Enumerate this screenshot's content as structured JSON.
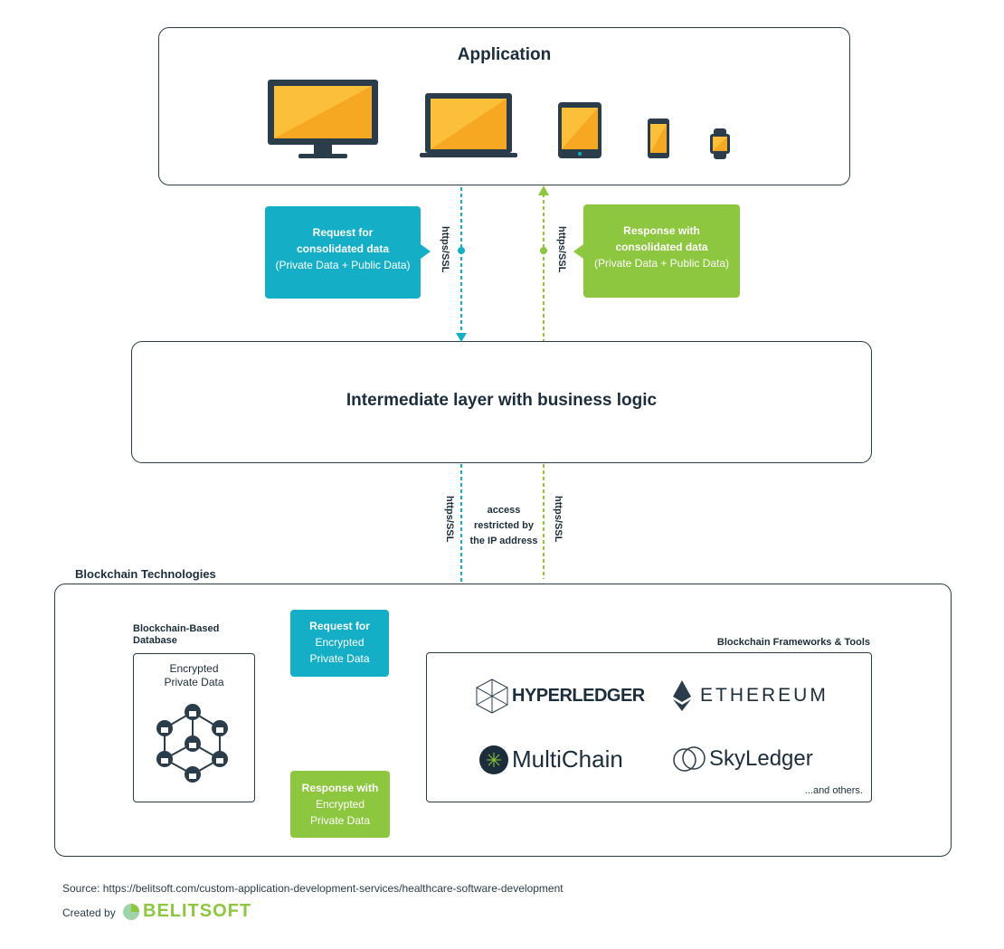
{
  "application": {
    "title": "Application",
    "devices": [
      "monitor-icon",
      "laptop-icon",
      "tablet-icon",
      "phone-icon",
      "watch-icon"
    ]
  },
  "request_top": {
    "line1": "Request for",
    "line2": "consolidated data",
    "line3": "(Private Data + Public Data)"
  },
  "response_top": {
    "line1": "Response with",
    "line2": "consolidated data",
    "line3": "(Private Data + Public Data)"
  },
  "protocol_label": "https/SSL",
  "intermediate": {
    "title": "Intermediate layer with business logic"
  },
  "access_note": {
    "line1": "access",
    "line2": "restricted by",
    "line3": "the IP address"
  },
  "blockchain": {
    "section_title": "Blockchain Technologies",
    "db_title_line1": "Blockchain-Based",
    "db_title_line2": "Database",
    "db_box_line1": "Encrypted",
    "db_box_line2": "Private Data",
    "request": {
      "line1": "Request for",
      "line2": "Encrypted",
      "line3": "Private Data"
    },
    "response": {
      "line1": "Response with",
      "line2": "Encrypted",
      "line3": "Private Data"
    },
    "frameworks_title": "Blockchain Frameworks & Tools",
    "frameworks": [
      "HYPERLEDGER",
      "ETHEREUM",
      "MultiChain",
      "SkyLedger"
    ],
    "others": "...and others."
  },
  "footer": {
    "source": "Source: https://belitsoft.com/custom-application-development-services/healthcare-software-development",
    "created_by": "Created by",
    "brand": "BELITSOFT"
  },
  "colors": {
    "teal": "#14aec6",
    "green": "#8dc63f",
    "dark": "#1c2e3b",
    "orange": "#f7a823"
  }
}
